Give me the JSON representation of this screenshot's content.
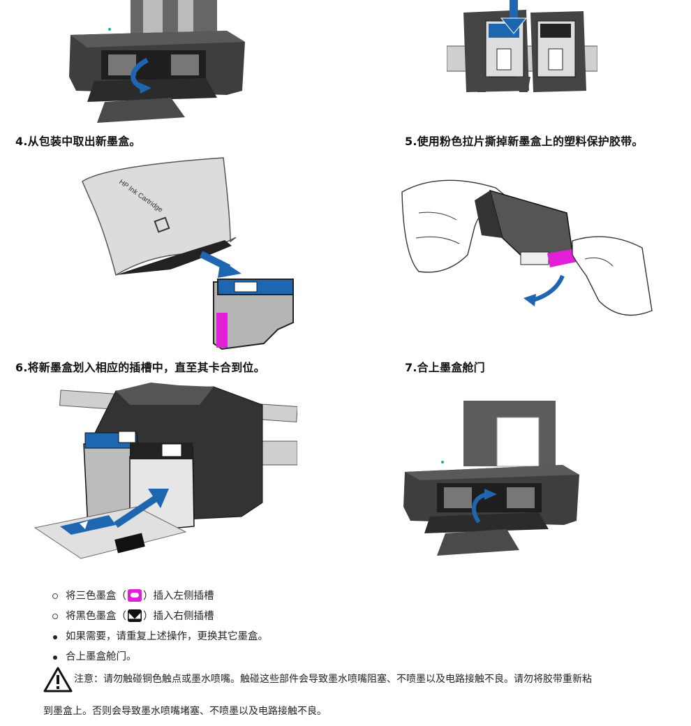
{
  "steps": [
    {
      "title": "4.从包装中取出新墨盒。"
    },
    {
      "title": "5.使用粉色拉片撕掉新墨盒上的塑料保护胶带。"
    },
    {
      "title": "6.将新墨盒划入相应的插槽中，直至其卡合到位。"
    },
    {
      "title": "7.合上墨盒舱门"
    }
  ],
  "bullets": [
    {
      "before": "将三色墨盒（",
      "chip": "magenta-chip-icon",
      "after": "）插入左侧插槽"
    },
    {
      "before": "将黑色墨盒（",
      "chip": "black-chip-icon",
      "after": "）插入右侧插槽"
    },
    {
      "text": "如果需要，请重复上述操作，更换其它墨盒。"
    },
    {
      "text": "合上墨盒舱门。"
    }
  ],
  "caution": {
    "icon": "warning-triangle-icon",
    "line1": "注意：请勿触碰铜色触点或墨水喷嘴。触碰这些部件会导致墨水喷嘴阻塞、不喷墨以及电路接触不良。请勿将胶带重新粘",
    "line2": "到墨盒上。否则会导致墨水喷嘴堵塞、不喷墨以及电路接触不良。"
  },
  "cartridge_label": "HP Ink Cartridge",
  "colors": {
    "accent_blue": "#1f66b0",
    "magenta": "#e21fd7",
    "printer_dark": "#3a3a3a"
  }
}
